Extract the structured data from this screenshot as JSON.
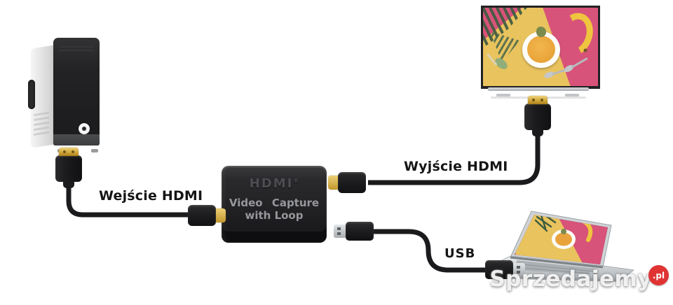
{
  "diagram": {
    "connections": {
      "input_label": "Wejście HDMI",
      "output_label": "Wyjście HDMI",
      "usb_label": "USB"
    },
    "capture_device": {
      "logo": "HDMI",
      "logo_mark": "®",
      "name_line1": "Video Capture",
      "name_line2": "with Loop"
    },
    "watermark": {
      "brand": "Sprzedajemy",
      "suffix": ".pl"
    },
    "colors": {
      "cable": "#1b1b1d",
      "connector_gold": "#d4aa3c",
      "capture_device_body": "#222225",
      "screen_pink": "#d85379",
      "screen_yellow": "#e9c35e",
      "leaf_green": "#3d5a3f",
      "soup_orange": "#e59c2f",
      "watermark_red": "#e03434",
      "label_text": "#151515"
    }
  }
}
